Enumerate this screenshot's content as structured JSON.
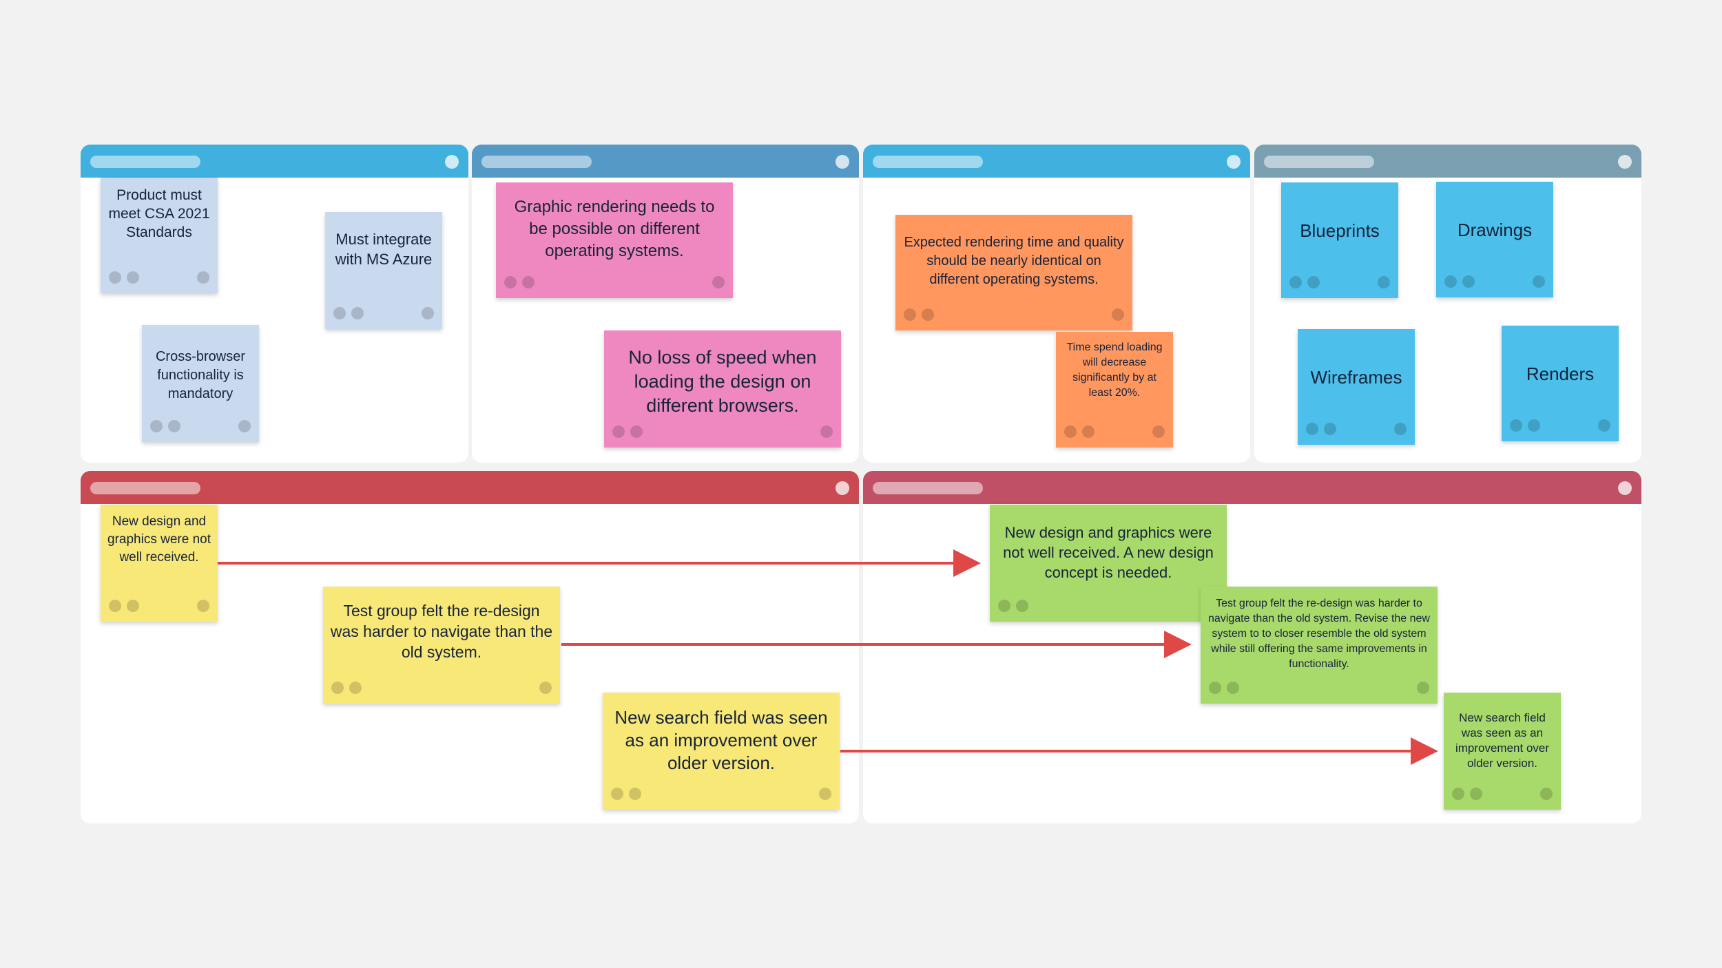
{
  "colors": {
    "background": "#f2f2f2",
    "header_1": "#40b1de",
    "header_2": "#5599c6",
    "header_3": "#40b1de",
    "header_4": "#7a9fb1",
    "header_5": "#c94a52",
    "header_6": "#bf5066",
    "arrow": "#e04848"
  },
  "notes": {
    "n1": "Product must meet CSA 2021 Standards",
    "n2": "Must integrate with MS Azure",
    "n3": "Cross-browser functionality is mandatory",
    "n4": "Graphic rendering needs to be possible on different operating systems.",
    "n5": "No loss of speed when loading the design on different browsers.",
    "n6": "Expected rendering time and quality should be nearly identical on different operating systems.",
    "n7": "Time spend loading will decrease significantly by at least 20%.",
    "n8": "Blueprints",
    "n9": "Drawings",
    "n10": "Wireframes",
    "n11": "Renders",
    "n12": "New design and graphics were not well received.",
    "n13": "Test group felt the re-design was harder to navigate than the old system.",
    "n14": "New search field was seen as an improvement over older version.",
    "n15": "New design and graphics were not well received. A new design concept is needed.",
    "n16": "Test group felt the re-design was harder to navigate than the old system. Revise the new system to to closer resemble the old system while still offering the same improvements in functionality.",
    "n17": "New search field was seen as an improvement over older version."
  }
}
